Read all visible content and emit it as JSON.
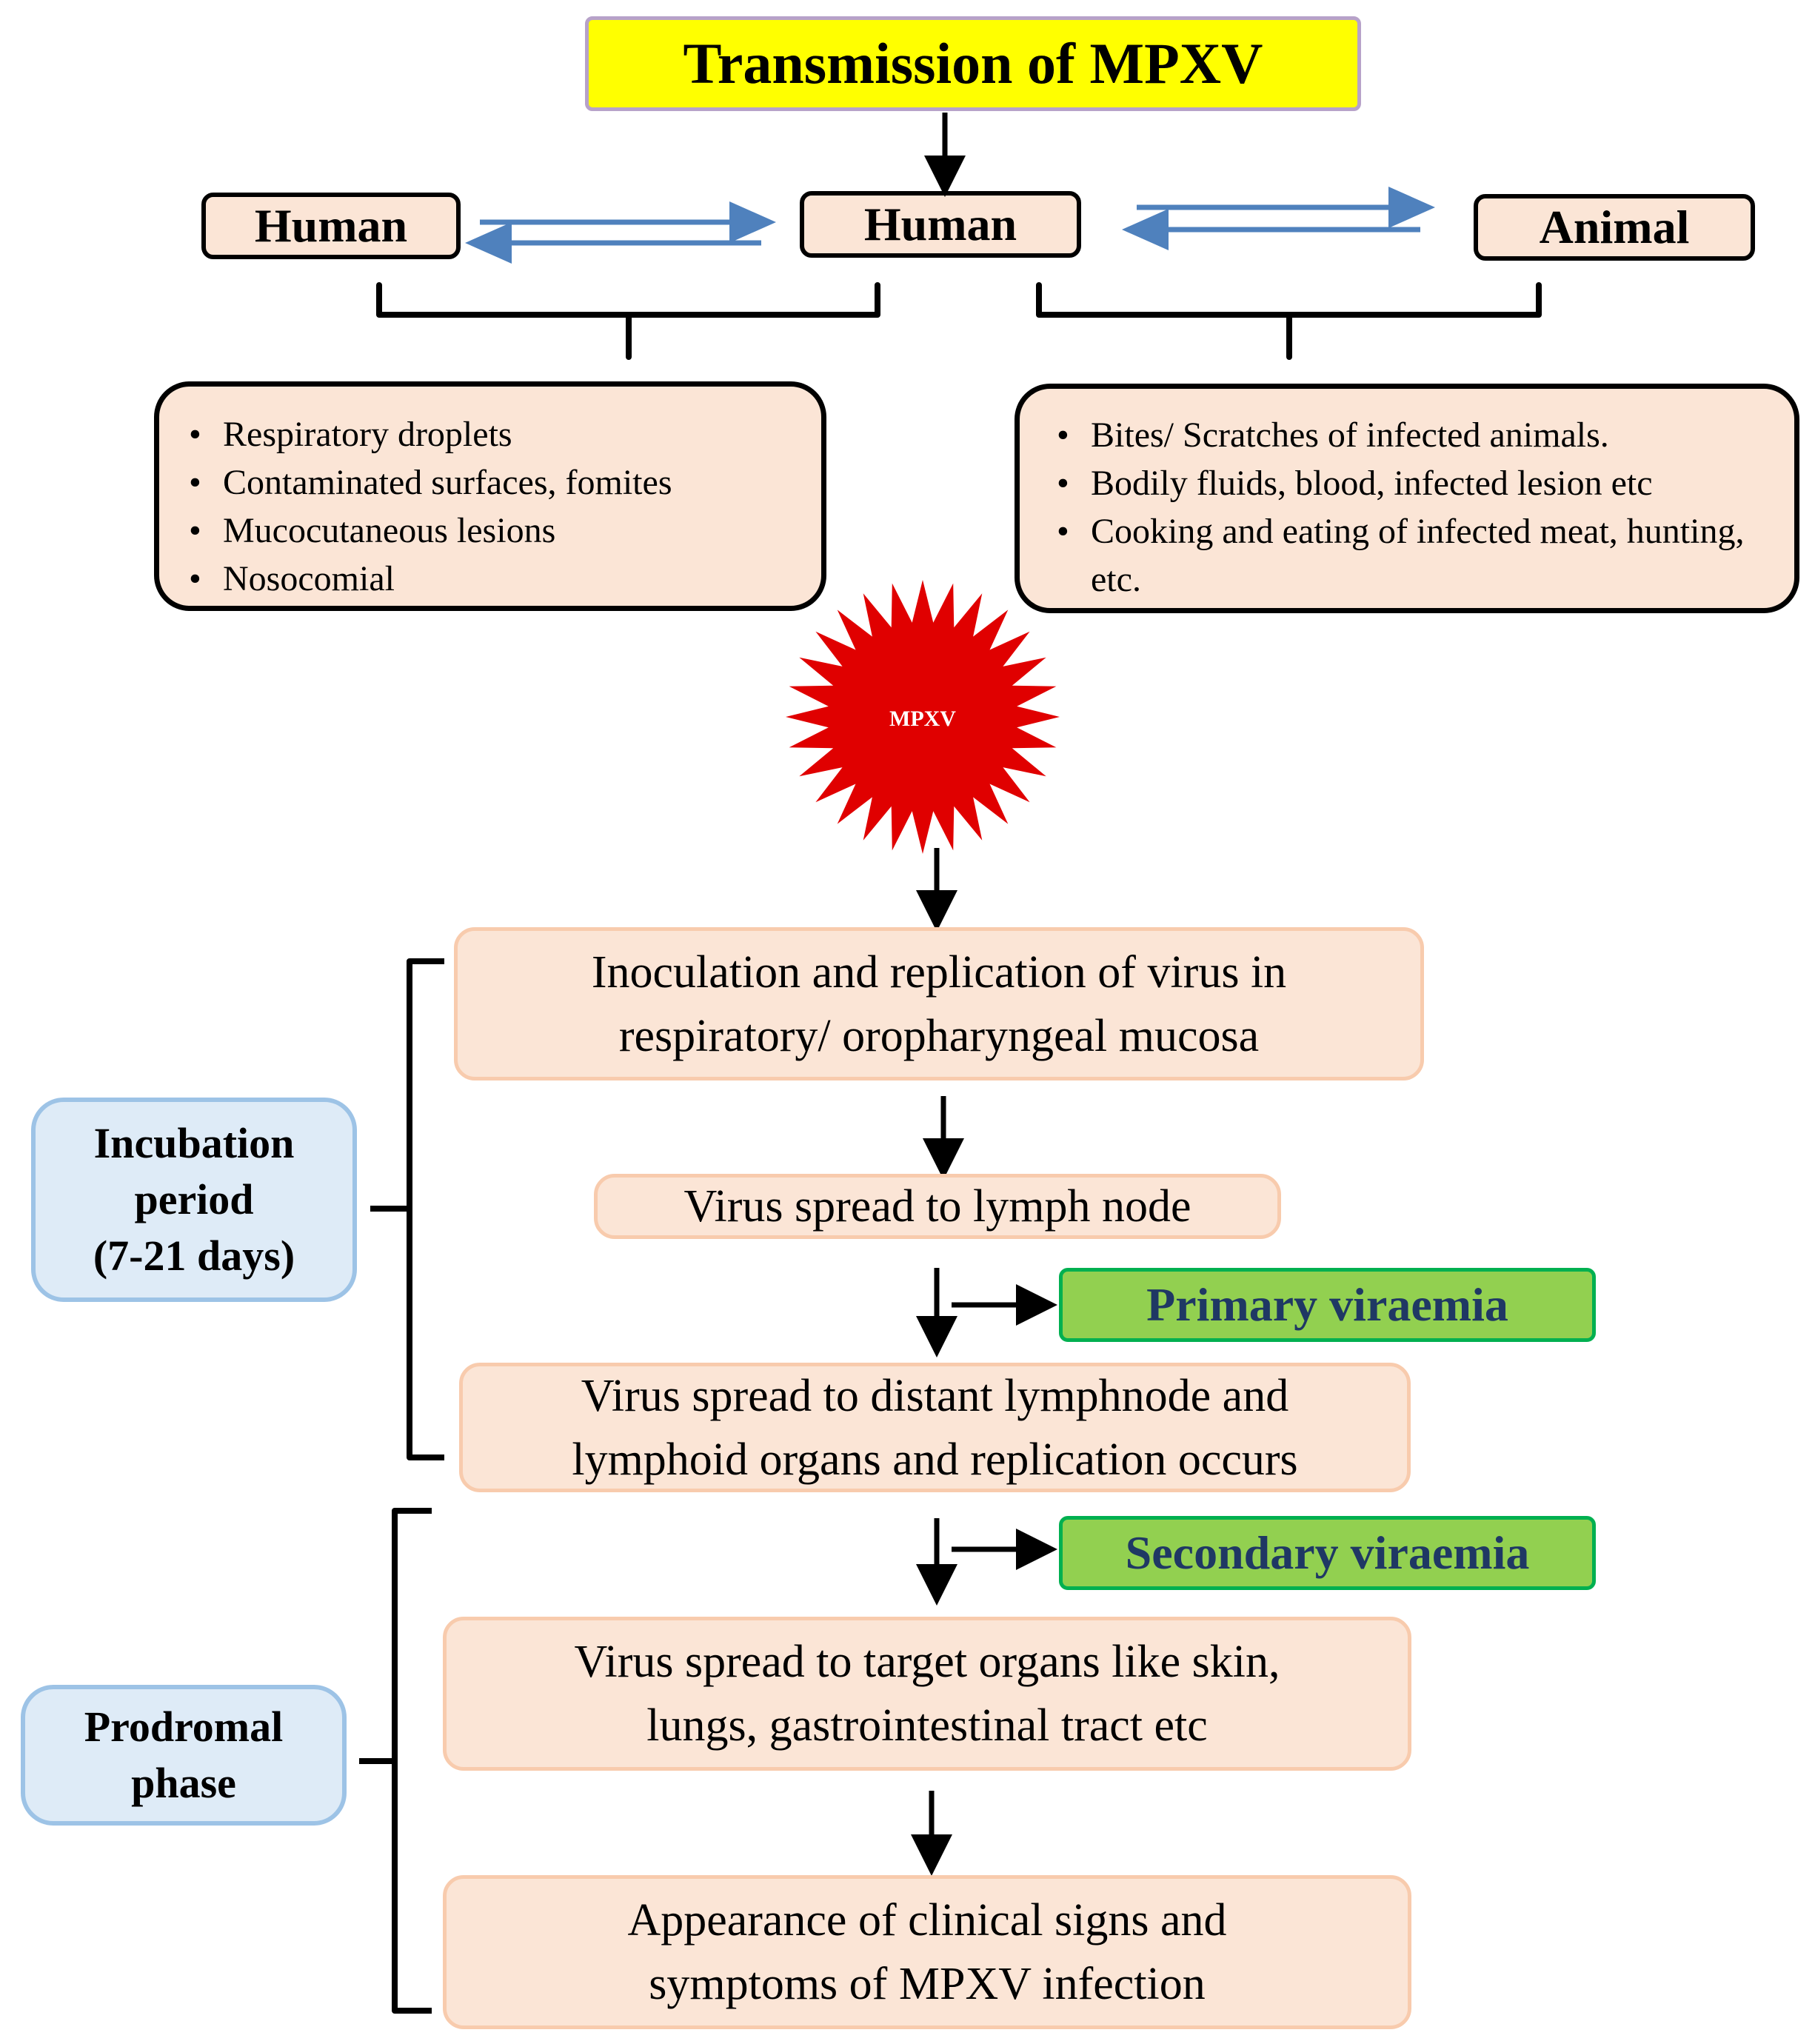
{
  "title": "Transmission of MPXV",
  "hosts": {
    "left": "Human",
    "center": "Human",
    "right": "Animal"
  },
  "human_modes": [
    "Respiratory droplets",
    "Contaminated surfaces, fomites",
    "Mucocutaneous lesions",
    "Nosocomial"
  ],
  "animal_modes": [
    "Bites/ Scratches of infected animals.",
    "Bodily fluids, blood, infected lesion etc",
    "Cooking and eating of infected meat, hunting, etc."
  ],
  "virus_label": "MPXV",
  "flow": {
    "inoculation": [
      "Inoculation and replication of virus in",
      "respiratory/ oropharyngeal mucosa"
    ],
    "lymph_node": "Virus spread to lymph node",
    "distant": [
      "Virus spread to distant lymphnode and",
      "lymphoid organs and replication occurs"
    ],
    "target": [
      "Virus spread to target organs like skin,",
      "lungs, gastrointestinal tract etc"
    ],
    "symptoms": [
      "Appearance of clinical signs and",
      "symptoms of MPXV infection"
    ]
  },
  "viraemia": {
    "primary": "Primary viraemia",
    "secondary": "Secondary viraemia"
  },
  "phases": {
    "incubation": [
      "Incubation",
      "period",
      "(7-21 days)"
    ],
    "prodromal": [
      "Prodromal",
      "phase"
    ]
  },
  "colors": {
    "title_fill": "#ffff00",
    "box_fill": "#fbe5d6",
    "flow_border": "#f8cbad",
    "phase_fill": "#deebf7",
    "phase_border": "#9dc3e6",
    "viraemia_fill": "#92d050",
    "viraemia_text": "#1f3864",
    "virus_fill": "#e00000",
    "exchange_arrow": "#4f81bd"
  }
}
